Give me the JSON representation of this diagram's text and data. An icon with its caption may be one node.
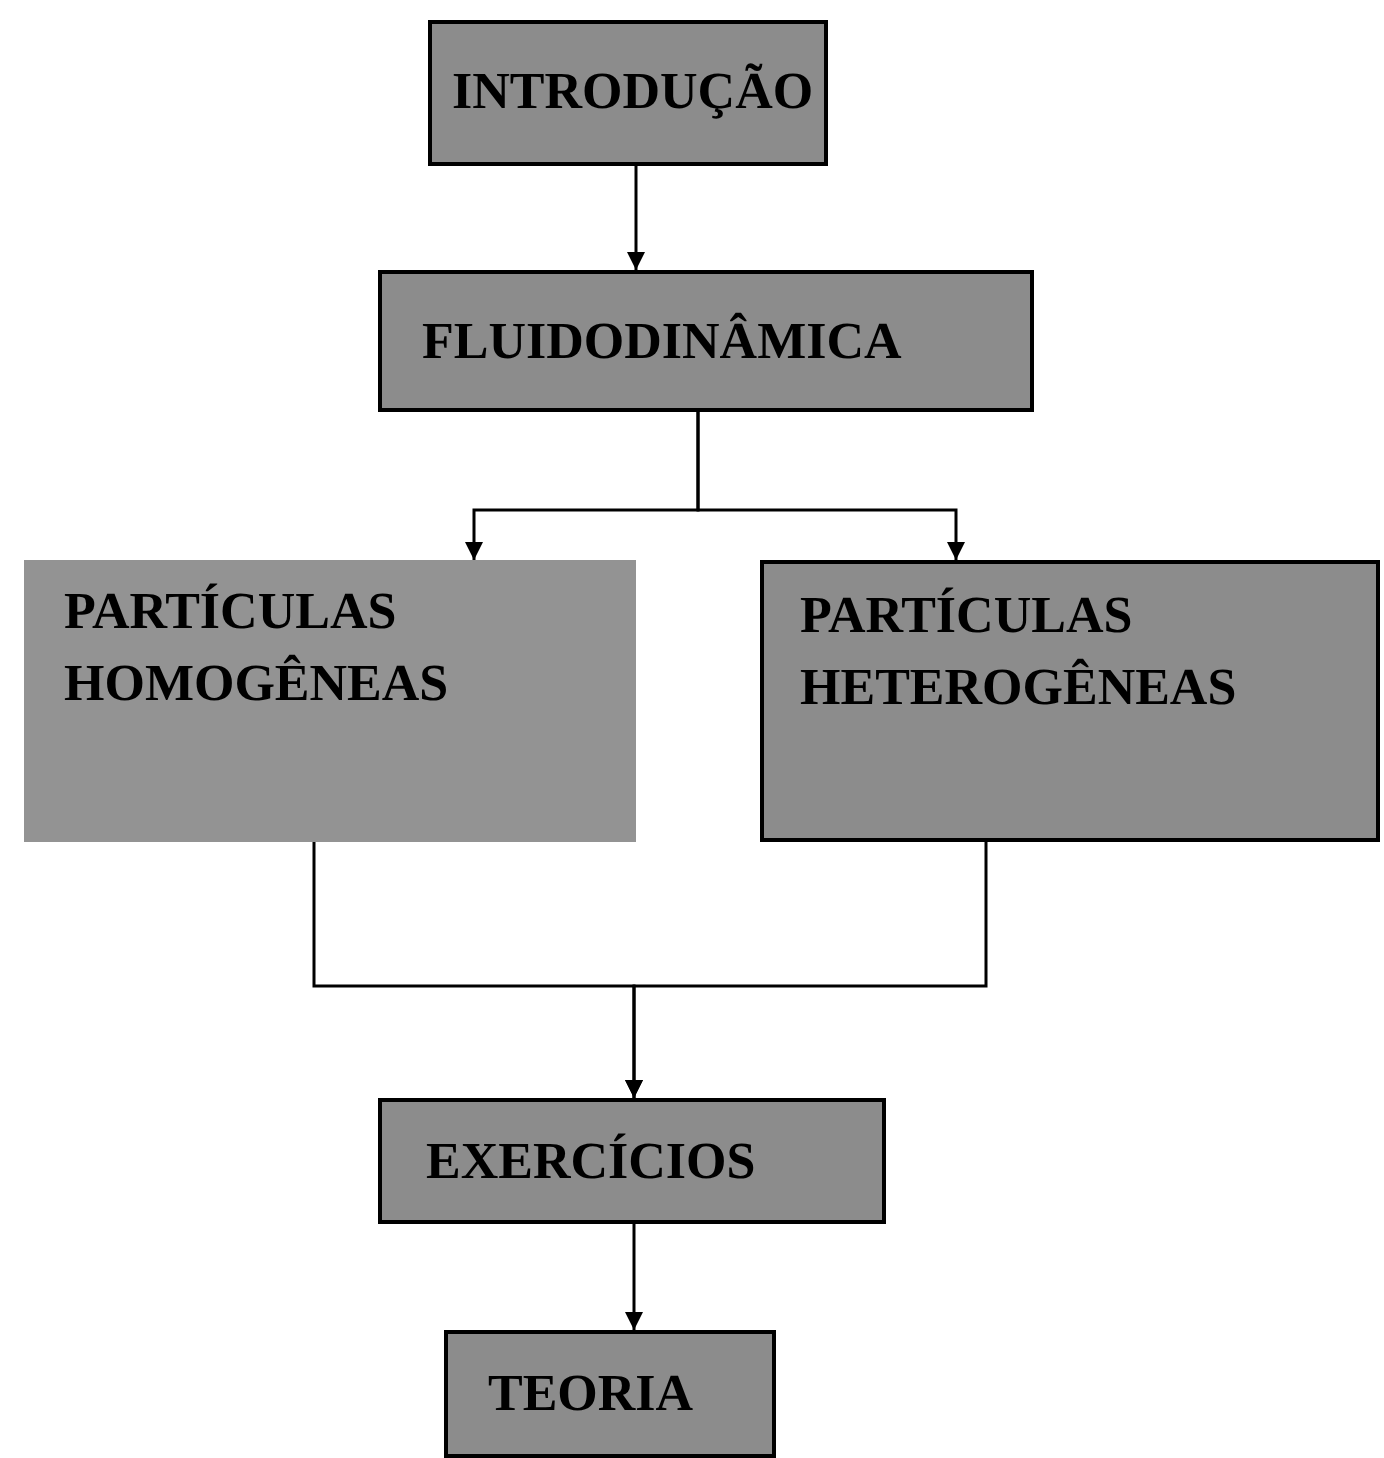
{
  "diagram": {
    "nodes": [
      {
        "text": [
          "INTRODUÇÃO"
        ]
      },
      {
        "text": [
          "FLUIDODINÂMICA"
        ]
      },
      {
        "text": [
          "PARTÍCULAS HOMOGÊNEAS"
        ]
      },
      {
        "text": [
          "PARTÍCULAS HETEROGÊNEAS"
        ]
      },
      {
        "text": [
          "EXERCÍCIOS"
        ]
      },
      {
        "text": [
          "TEORIA"
        ]
      }
    ],
    "edges": [
      {
        "from": 0,
        "to": 1,
        "arrow": "to"
      },
      {
        "from": 1,
        "to": 2,
        "arrow": "to"
      },
      {
        "from": 1,
        "to": 3,
        "arrow": "to"
      },
      {
        "from": 2,
        "to": 4,
        "arrow": "to"
      },
      {
        "from": 3,
        "to": 4,
        "arrow": "to"
      },
      {
        "from": 4,
        "to": 5,
        "arrow": "to"
      }
    ]
  }
}
